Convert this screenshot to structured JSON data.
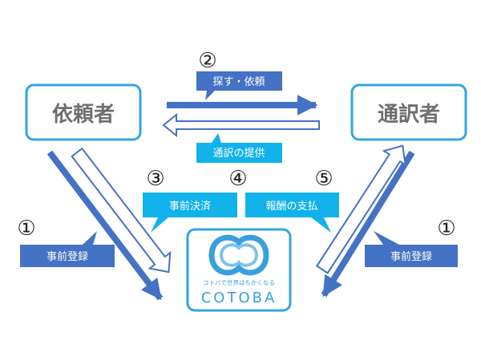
{
  "parties": {
    "requester": "依頼者",
    "interpreter": "通訳者"
  },
  "steps": {
    "search_number": "②",
    "search_label": "探す・依頼",
    "provide_label": "通訳の提供",
    "payment_number": "③",
    "payment_label": "事前決済",
    "center_number": "④",
    "reward_number": "⑤",
    "reward_label": "報酬の支払",
    "register_left_number": "①",
    "register_left_label": "事前登録",
    "register_right_number": "①",
    "register_right_label": "事前登録"
  },
  "logo": {
    "tagline": "コトバで世界はちかくなる",
    "name": "COTOBA"
  },
  "colors": {
    "box_border": "#32a6de",
    "arrow_blue": "#4472c4",
    "callout_dark": "#4472c4",
    "callout_cyan": "#12b2ea",
    "logo_blue": "#3a9fdc",
    "text_gray": "#6f6f6f"
  }
}
